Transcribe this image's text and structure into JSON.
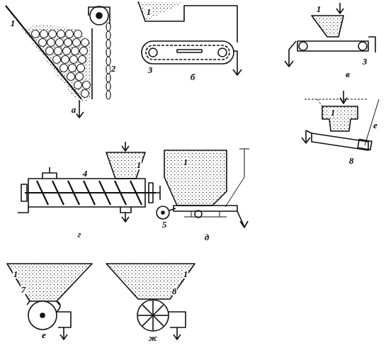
{
  "diagram": {
    "labels": [
      "1",
      "2",
      "а",
      "1",
      "3",
      "б",
      "1",
      "3",
      "в",
      "1",
      "4",
      "г",
      "1",
      "5",
      "д",
      "1",
      "8",
      "е",
      "1",
      "7",
      "е",
      "1",
      "8",
      "ж"
    ]
  }
}
